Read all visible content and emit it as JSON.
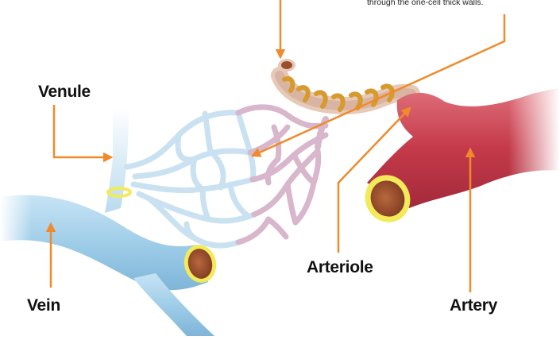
{
  "labels": {
    "venule": "Venule",
    "vein": "Vein",
    "arteriole": "Arteriole",
    "artery": "Artery"
  },
  "caption_fragment": "through the one-cell thick walls.",
  "colors": {
    "pointer": "#f08a2a",
    "vein_blue": "#a9d3ec",
    "capillary_blue": "#cfe3f1",
    "capillary_purple": "#d9b9cf",
    "artery_red": "#c73a4a",
    "muscle_band": "#d79a2d",
    "wall_yellow": "#f2ea58",
    "lumen_brown": "#a65a33"
  }
}
